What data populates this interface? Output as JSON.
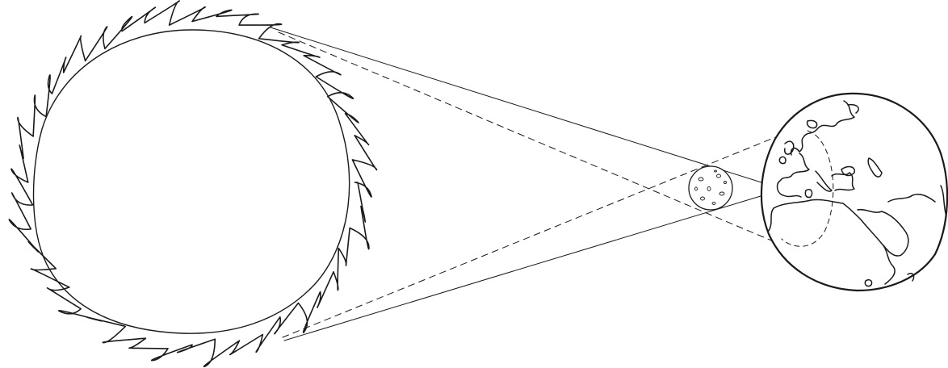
{
  "diagram": {
    "subject": "solar-eclipse-geometry",
    "bodies": [
      {
        "id": "sun",
        "icon": "sun-with-corona"
      },
      {
        "id": "moon",
        "icon": "cratered-moon"
      },
      {
        "id": "earth",
        "icon": "earth-globe"
      }
    ],
    "rays": [
      {
        "id": "umbra-ray-upper",
        "style": "solid"
      },
      {
        "id": "umbra-ray-lower",
        "style": "solid"
      },
      {
        "id": "penumbra-ray-upper",
        "style": "dashed"
      },
      {
        "id": "penumbra-ray-lower",
        "style": "dashed"
      }
    ],
    "line_color": "#1a1a1a",
    "background": "#ffffff"
  }
}
